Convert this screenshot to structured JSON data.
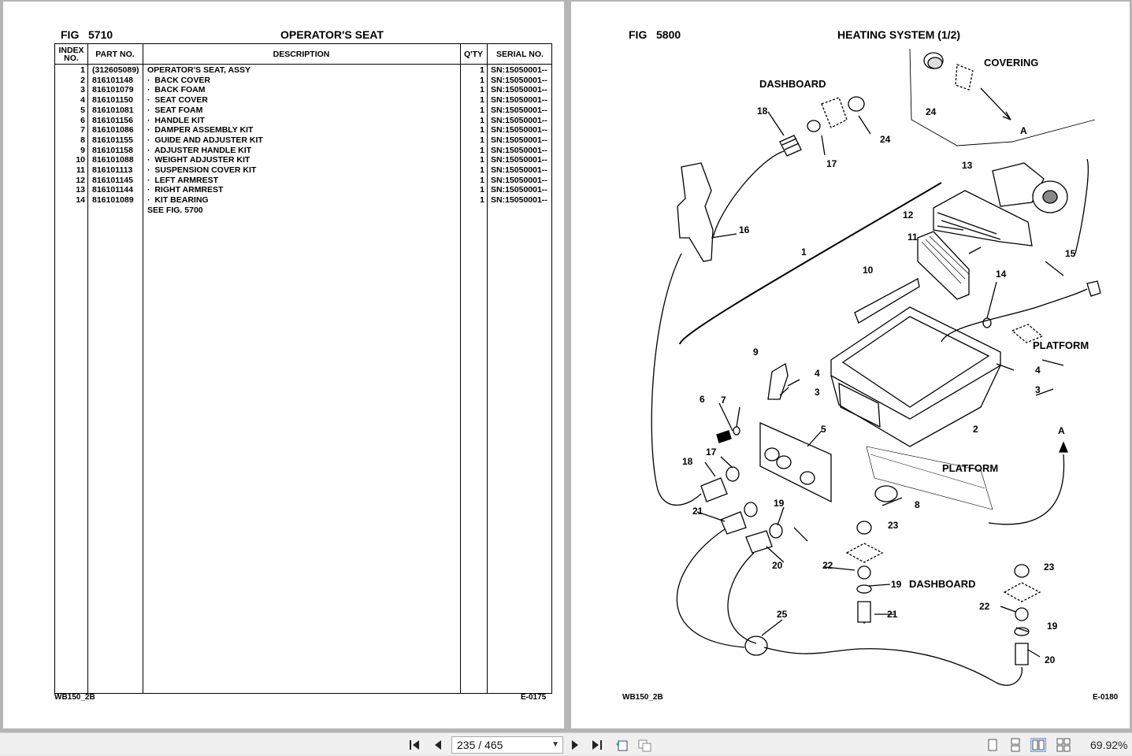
{
  "left_page": {
    "fig_label": "FIG",
    "fig_number": "5710",
    "title": "OPERATOR'S SEAT",
    "headers": {
      "index": "INDEX NO.",
      "part": "PART NO.",
      "description": "DESCRIPTION",
      "qty": "Q'TY",
      "serial": "SERIAL NO."
    },
    "rows": [
      {
        "index": "1",
        "part": "(312605089)",
        "description": "OPERATOR'S SEAT, ASSY",
        "qty": "1",
        "serial": "SN:15050001--"
      },
      {
        "index": "2",
        "part": "816101148",
        "description": "·  BACK COVER",
        "qty": "1",
        "serial": "SN:15050001--"
      },
      {
        "index": "3",
        "part": "816101079",
        "description": "·  BACK FOAM",
        "qty": "1",
        "serial": "SN:15050001--"
      },
      {
        "index": "4",
        "part": "816101150",
        "description": "·  SEAT COVER",
        "qty": "1",
        "serial": "SN:15050001--"
      },
      {
        "index": "5",
        "part": "816101081",
        "description": "·  SEAT FOAM",
        "qty": "1",
        "serial": "SN:15050001--"
      },
      {
        "index": "6",
        "part": "816101156",
        "description": "·  HANDLE KIT",
        "qty": "1",
        "serial": "SN:15050001--"
      },
      {
        "index": "7",
        "part": "816101086",
        "description": "·  DAMPER ASSEMBLY KIT",
        "qty": "1",
        "serial": "SN:15050001--"
      },
      {
        "index": "8",
        "part": "816101155",
        "description": "·  GUIDE AND ADJUSTER KIT",
        "qty": "1",
        "serial": "SN:15050001--"
      },
      {
        "index": "9",
        "part": "816101158",
        "description": "·  ADJUSTER HANDLE KIT",
        "qty": "1",
        "serial": "SN:15050001--"
      },
      {
        "index": "10",
        "part": "816101088",
        "description": "·  WEIGHT ADJUSTER KIT",
        "qty": "1",
        "serial": "SN:15050001--"
      },
      {
        "index": "11",
        "part": "816101113",
        "description": "·  SUSPENSION COVER KIT",
        "qty": "1",
        "serial": "SN:15050001--"
      },
      {
        "index": "12",
        "part": "816101145",
        "description": "·  LEFT ARMREST",
        "qty": "1",
        "serial": "SN:15050001--"
      },
      {
        "index": "13",
        "part": "816101144",
        "description": "·  RIGHT ARMREST",
        "qty": "1",
        "serial": "SN:15050001--"
      },
      {
        "index": "14",
        "part": "816101089",
        "description": "·  KIT BEARING",
        "qty": "1",
        "serial": "SN:15050001--"
      },
      {
        "index": "",
        "part": "",
        "description": "SEE FIG. 5700",
        "qty": "",
        "serial": ""
      }
    ],
    "footer_left": "WB150_2B",
    "footer_right": "E-0175"
  },
  "right_page": {
    "fig_label": "FIG",
    "fig_number": "5800",
    "title": "HEATING SYSTEM (1/2)",
    "labels": {
      "covering": "COVERING",
      "dashboard_top": "DASHBOARD",
      "dashboard_bottom": "DASHBOARD",
      "platform_right": "PLATFORM",
      "platform_center": "PLATFORM",
      "arrow_a_top": "A",
      "arrow_a_right": "A"
    },
    "callouts": {
      "c1": "1",
      "c2": "2",
      "c3a": "3",
      "c3b": "3",
      "c4a": "4",
      "c4b": "4",
      "c5": "5",
      "c6": "6",
      "c7": "7",
      "c8": "8",
      "c9": "9",
      "c10": "10",
      "c11": "11",
      "c12": "12",
      "c13": "13",
      "c14": "14",
      "c15": "15",
      "c16": "16",
      "c17a": "17",
      "c17b": "17",
      "c18a": "18",
      "c18b": "18",
      "c19a": "19",
      "c19b": "19",
      "c19c": "19",
      "c20a": "20",
      "c20b": "20",
      "c21a": "21",
      "c21b": "21",
      "c22a": "22",
      "c22b": "22",
      "c23a": "23",
      "c23b": "23",
      "c24a": "24",
      "c24b": "24",
      "c25": "25"
    },
    "footer_left": "WB150_2B",
    "footer_right": "E-0180"
  },
  "toolbar": {
    "page_indicator": "235 / 465",
    "zoom": "69.92%",
    "icons": [
      "first-page-icon",
      "previous-page-icon",
      "next-page-icon",
      "last-page-icon",
      "rotate-icon",
      "snapshot-icon",
      "single-page-view-icon",
      "continuous-view-icon",
      "two-page-view-icon",
      "two-page-continuous-view-icon"
    ]
  }
}
